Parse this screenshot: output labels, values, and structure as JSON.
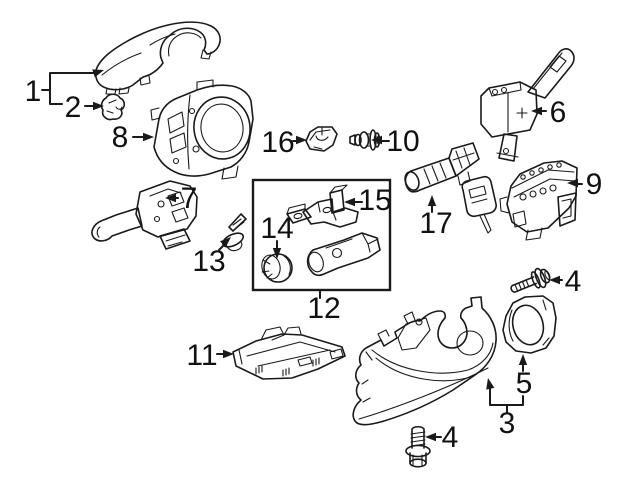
{
  "diagram": {
    "background_color": "#ffffff",
    "line_color": "#1a1a1a",
    "label_color": "#111111",
    "callouts": {
      "c1": {
        "label": "1"
      },
      "c2": {
        "label": "2"
      },
      "c3": {
        "label": "3"
      },
      "c4_top": {
        "label": "4"
      },
      "c4_bottom": {
        "label": "4"
      },
      "c5": {
        "label": "5"
      },
      "c6": {
        "label": "6"
      },
      "c7": {
        "label": "7"
      },
      "c8": {
        "label": "8"
      },
      "c9": {
        "label": "9"
      },
      "c10": {
        "label": "10"
      },
      "c11": {
        "label": "11"
      },
      "c12": {
        "label": "12"
      },
      "c13": {
        "label": "13"
      },
      "c14": {
        "label": "14"
      },
      "c15": {
        "label": "15"
      },
      "c16": {
        "label": "16"
      },
      "c17": {
        "label": "17"
      }
    }
  }
}
